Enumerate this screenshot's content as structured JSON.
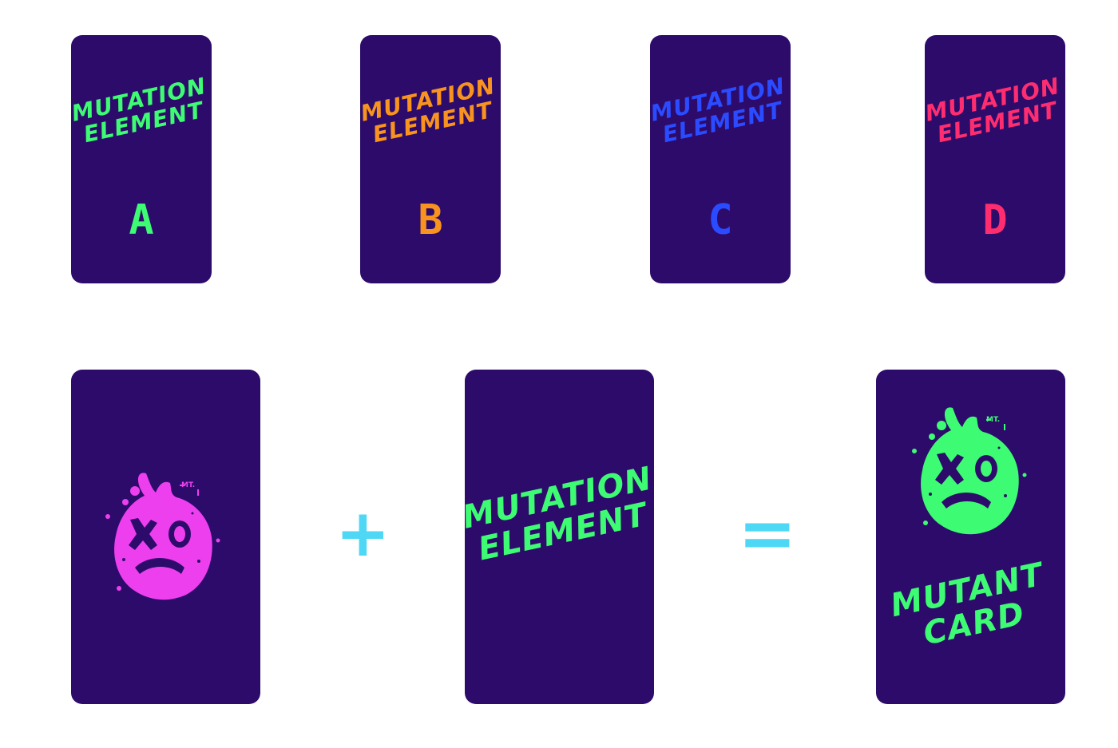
{
  "cards": [
    {
      "title_line1": "MUTATION",
      "title_line2": "ELEMENT",
      "letter": "A",
      "color": "#3dfb72"
    },
    {
      "title_line1": "MUTATION",
      "title_line2": "ELEMENT",
      "letter": "B",
      "color": "#f7931e"
    },
    {
      "title_line1": "MUTATION",
      "title_line2": "ELEMENT",
      "letter": "C",
      "color": "#2a4bff"
    },
    {
      "title_line1": "MUTATION",
      "title_line2": "ELEMENT",
      "letter": "D",
      "color": "#ff2d6f"
    }
  ],
  "equation": {
    "plus": "+",
    "equals": "=",
    "operator_color": "#4fd8f5",
    "element_card": {
      "title_line1": "MUTATION",
      "title_line2": "ELEMENT",
      "color": "#3dfb72"
    },
    "result_card": {
      "title_line1": "MUTANT",
      "title_line2": "CARD",
      "color": "#3dfb72"
    },
    "mascot_left_color": "#ee3fef",
    "mascot_right_color": "#3dfb72",
    "mascot_icon": "dead-face-splat-icon",
    "mascot_signature": "MT."
  },
  "colors": {
    "card_bg": "#2c0b6b",
    "page_bg": "#ffffff"
  }
}
